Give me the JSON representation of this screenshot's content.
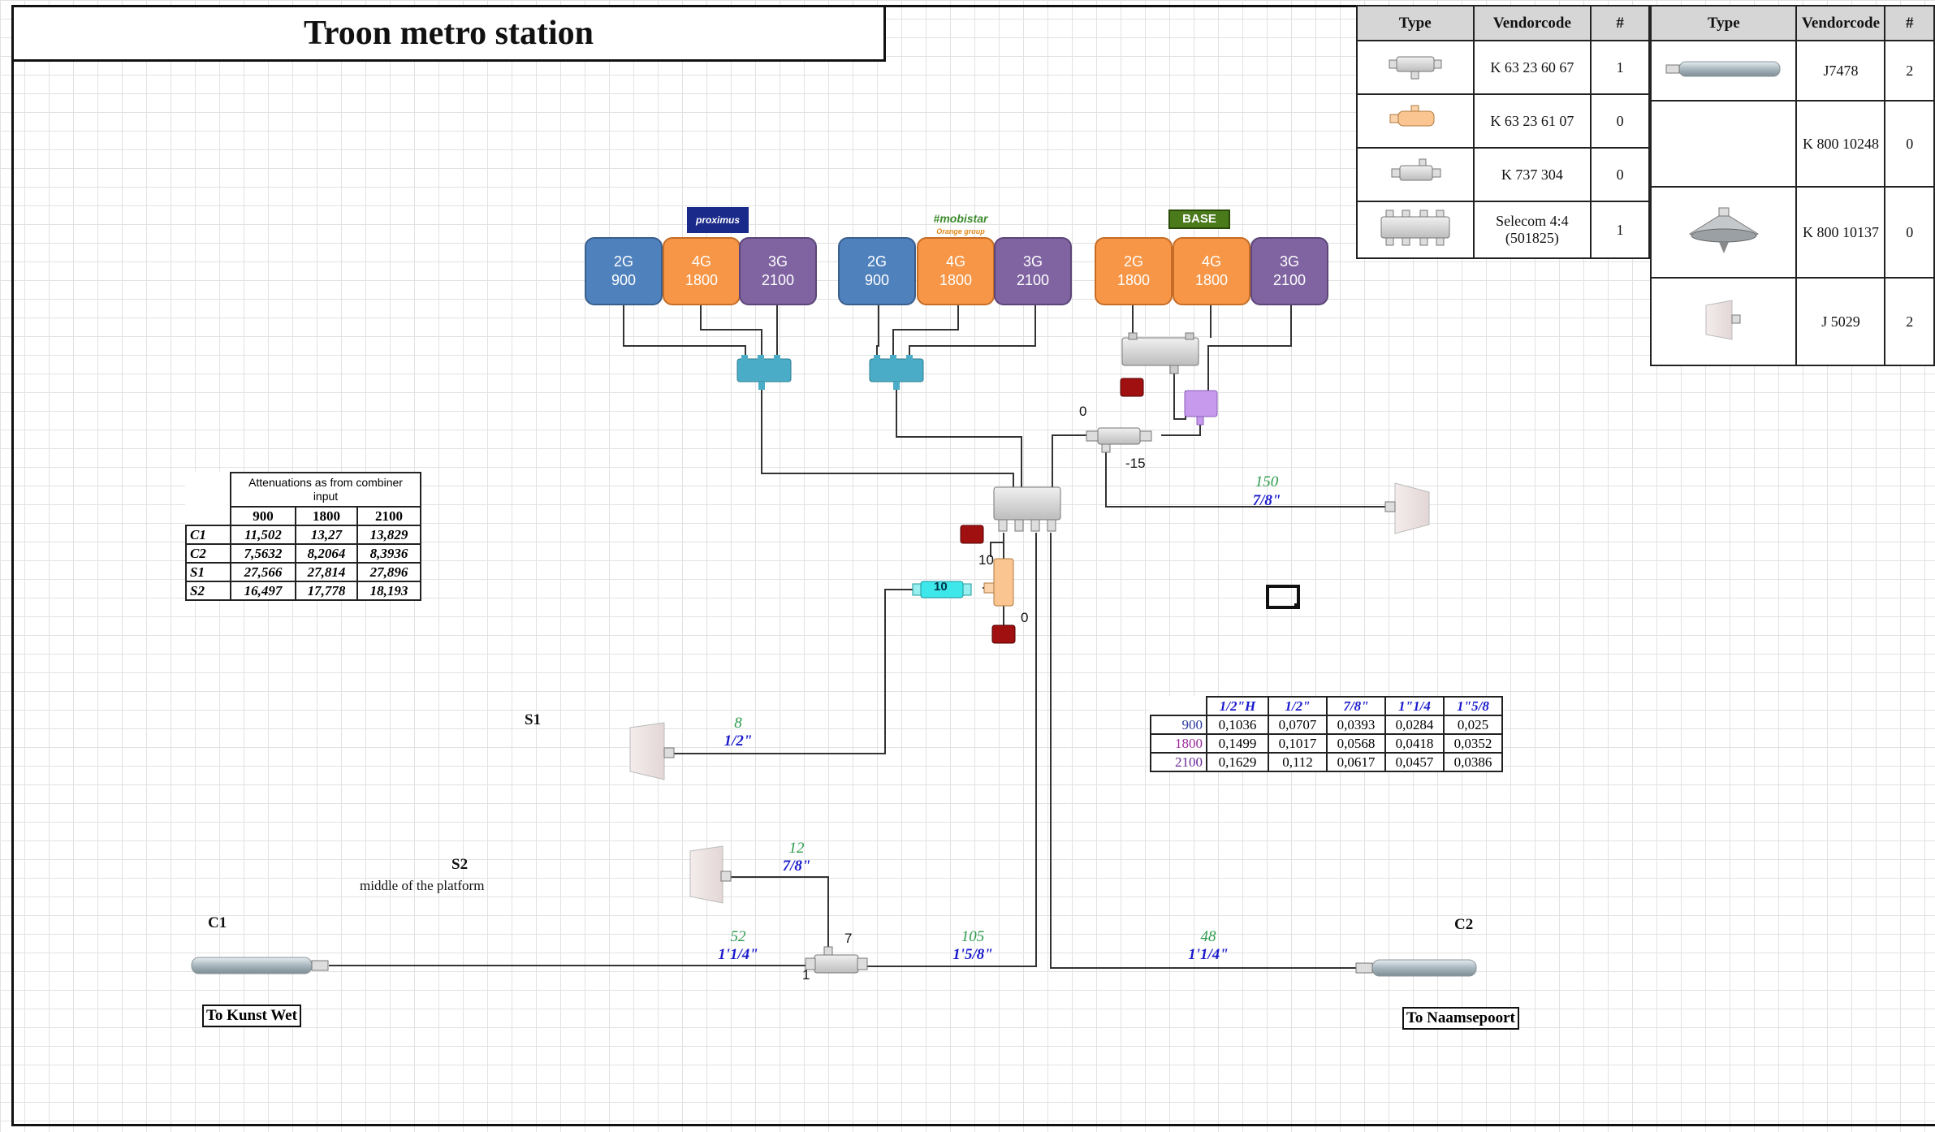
{
  "title": "Troon metro station",
  "vendor_table_left": {
    "headers": [
      "Type",
      "Vendorcode",
      "#"
    ],
    "rows": [
      {
        "icon": "splitter-icon",
        "code": "K 63 23 60 67",
        "count": "1"
      },
      {
        "icon": "tapper-icon",
        "code": "K 63 23 61 07",
        "count": "0"
      },
      {
        "icon": "coupler-icon",
        "code": "K 737 304",
        "count": "0"
      },
      {
        "icon": "combiner-icon",
        "code": "Selecom 4:4 (501825)",
        "count": "1"
      }
    ]
  },
  "vendor_table_right": {
    "headers": [
      "Type",
      "Vendorcode",
      "#"
    ],
    "rows": [
      {
        "icon": "tube-antenna-icon",
        "code": "J7478",
        "count": "2"
      },
      {
        "icon": "blank",
        "code": "K 800 10248",
        "count": "0"
      },
      {
        "icon": "ceiling-antenna-icon",
        "code": "K 800 10137",
        "count": "0"
      },
      {
        "icon": "panel-antenna-icon",
        "code": "J 5029",
        "count": "2"
      }
    ]
  },
  "operators": [
    {
      "logo": "proximus",
      "bands": [
        {
          "tech": "2G",
          "freq": "900",
          "color": "blue"
        },
        {
          "tech": "4G",
          "freq": "1800",
          "color": "orange"
        },
        {
          "tech": "3G",
          "freq": "2100",
          "color": "purple"
        }
      ]
    },
    {
      "logo": "#mobistar",
      "logo_sub": "Orange group",
      "bands": [
        {
          "tech": "2G",
          "freq": "900",
          "color": "blue"
        },
        {
          "tech": "4G",
          "freq": "1800",
          "color": "orange"
        },
        {
          "tech": "3G",
          "freq": "2100",
          "color": "purple"
        }
      ]
    },
    {
      "logo": "BASE",
      "bands": [
        {
          "tech": "2G",
          "freq": "1800",
          "color": "orange"
        },
        {
          "tech": "4G",
          "freq": "1800",
          "color": "orange"
        },
        {
          "tech": "3G",
          "freq": "2100",
          "color": "purple"
        }
      ]
    }
  ],
  "attenuation_table": {
    "header": "Attenuations as from combiner input",
    "columns": [
      "900",
      "1800",
      "2100"
    ],
    "rows": [
      {
        "label": "C1",
        "values": [
          "11,502",
          "13,27",
          "13,829"
        ]
      },
      {
        "label": "C2",
        "values": [
          "7,5632",
          "8,2064",
          "8,3936"
        ]
      },
      {
        "label": "S1",
        "values": [
          "27,566",
          "27,814",
          "27,896"
        ]
      },
      {
        "label": "S2",
        "values": [
          "16,497",
          "17,778",
          "18,193"
        ]
      }
    ]
  },
  "cable_table": {
    "columns": [
      "1/2\"H",
      "1/2\"",
      "7/8\"",
      "1\"1/4",
      "1\"5/8"
    ],
    "rows": [
      {
        "freq": "900",
        "values": [
          "0,1036",
          "0,0707",
          "0,0393",
          "0,0284",
          "0,025"
        ]
      },
      {
        "freq": "1800",
        "values": [
          "0,1499",
          "0,1017",
          "0,0568",
          "0,0418",
          "0,0352"
        ]
      },
      {
        "freq": "2100",
        "values": [
          "0,1629",
          "0,112",
          "0,0617",
          "0,0457",
          "0,0386"
        ]
      }
    ]
  },
  "links": {
    "upper_right": {
      "length": "150",
      "diameter": "7/8\""
    },
    "s1": {
      "length": "8",
      "diameter": "1/2\""
    },
    "s2": {
      "length": "12",
      "diameter": "7/8\""
    },
    "c1": {
      "length": "52",
      "diameter": "1'1/4\""
    },
    "trunk": {
      "length": "105",
      "diameter": "1'5/8\""
    },
    "c2": {
      "length": "48",
      "diameter": "1'1/4\""
    }
  },
  "attenuator_value": "10",
  "port_labels": {
    "coupler_in": "0",
    "coupler_out": "-15",
    "tapper_in": "10",
    "tapper_out": "0",
    "splitter_top": "7",
    "splitter_bottom": "1"
  },
  "antennas": {
    "s1": "S1",
    "s2": "S2",
    "s2_note": "middle of the platform",
    "c1": "C1",
    "c2": "C2"
  },
  "destinations": {
    "left": "To Kunst Wet",
    "right": "To Naamsepoort"
  }
}
